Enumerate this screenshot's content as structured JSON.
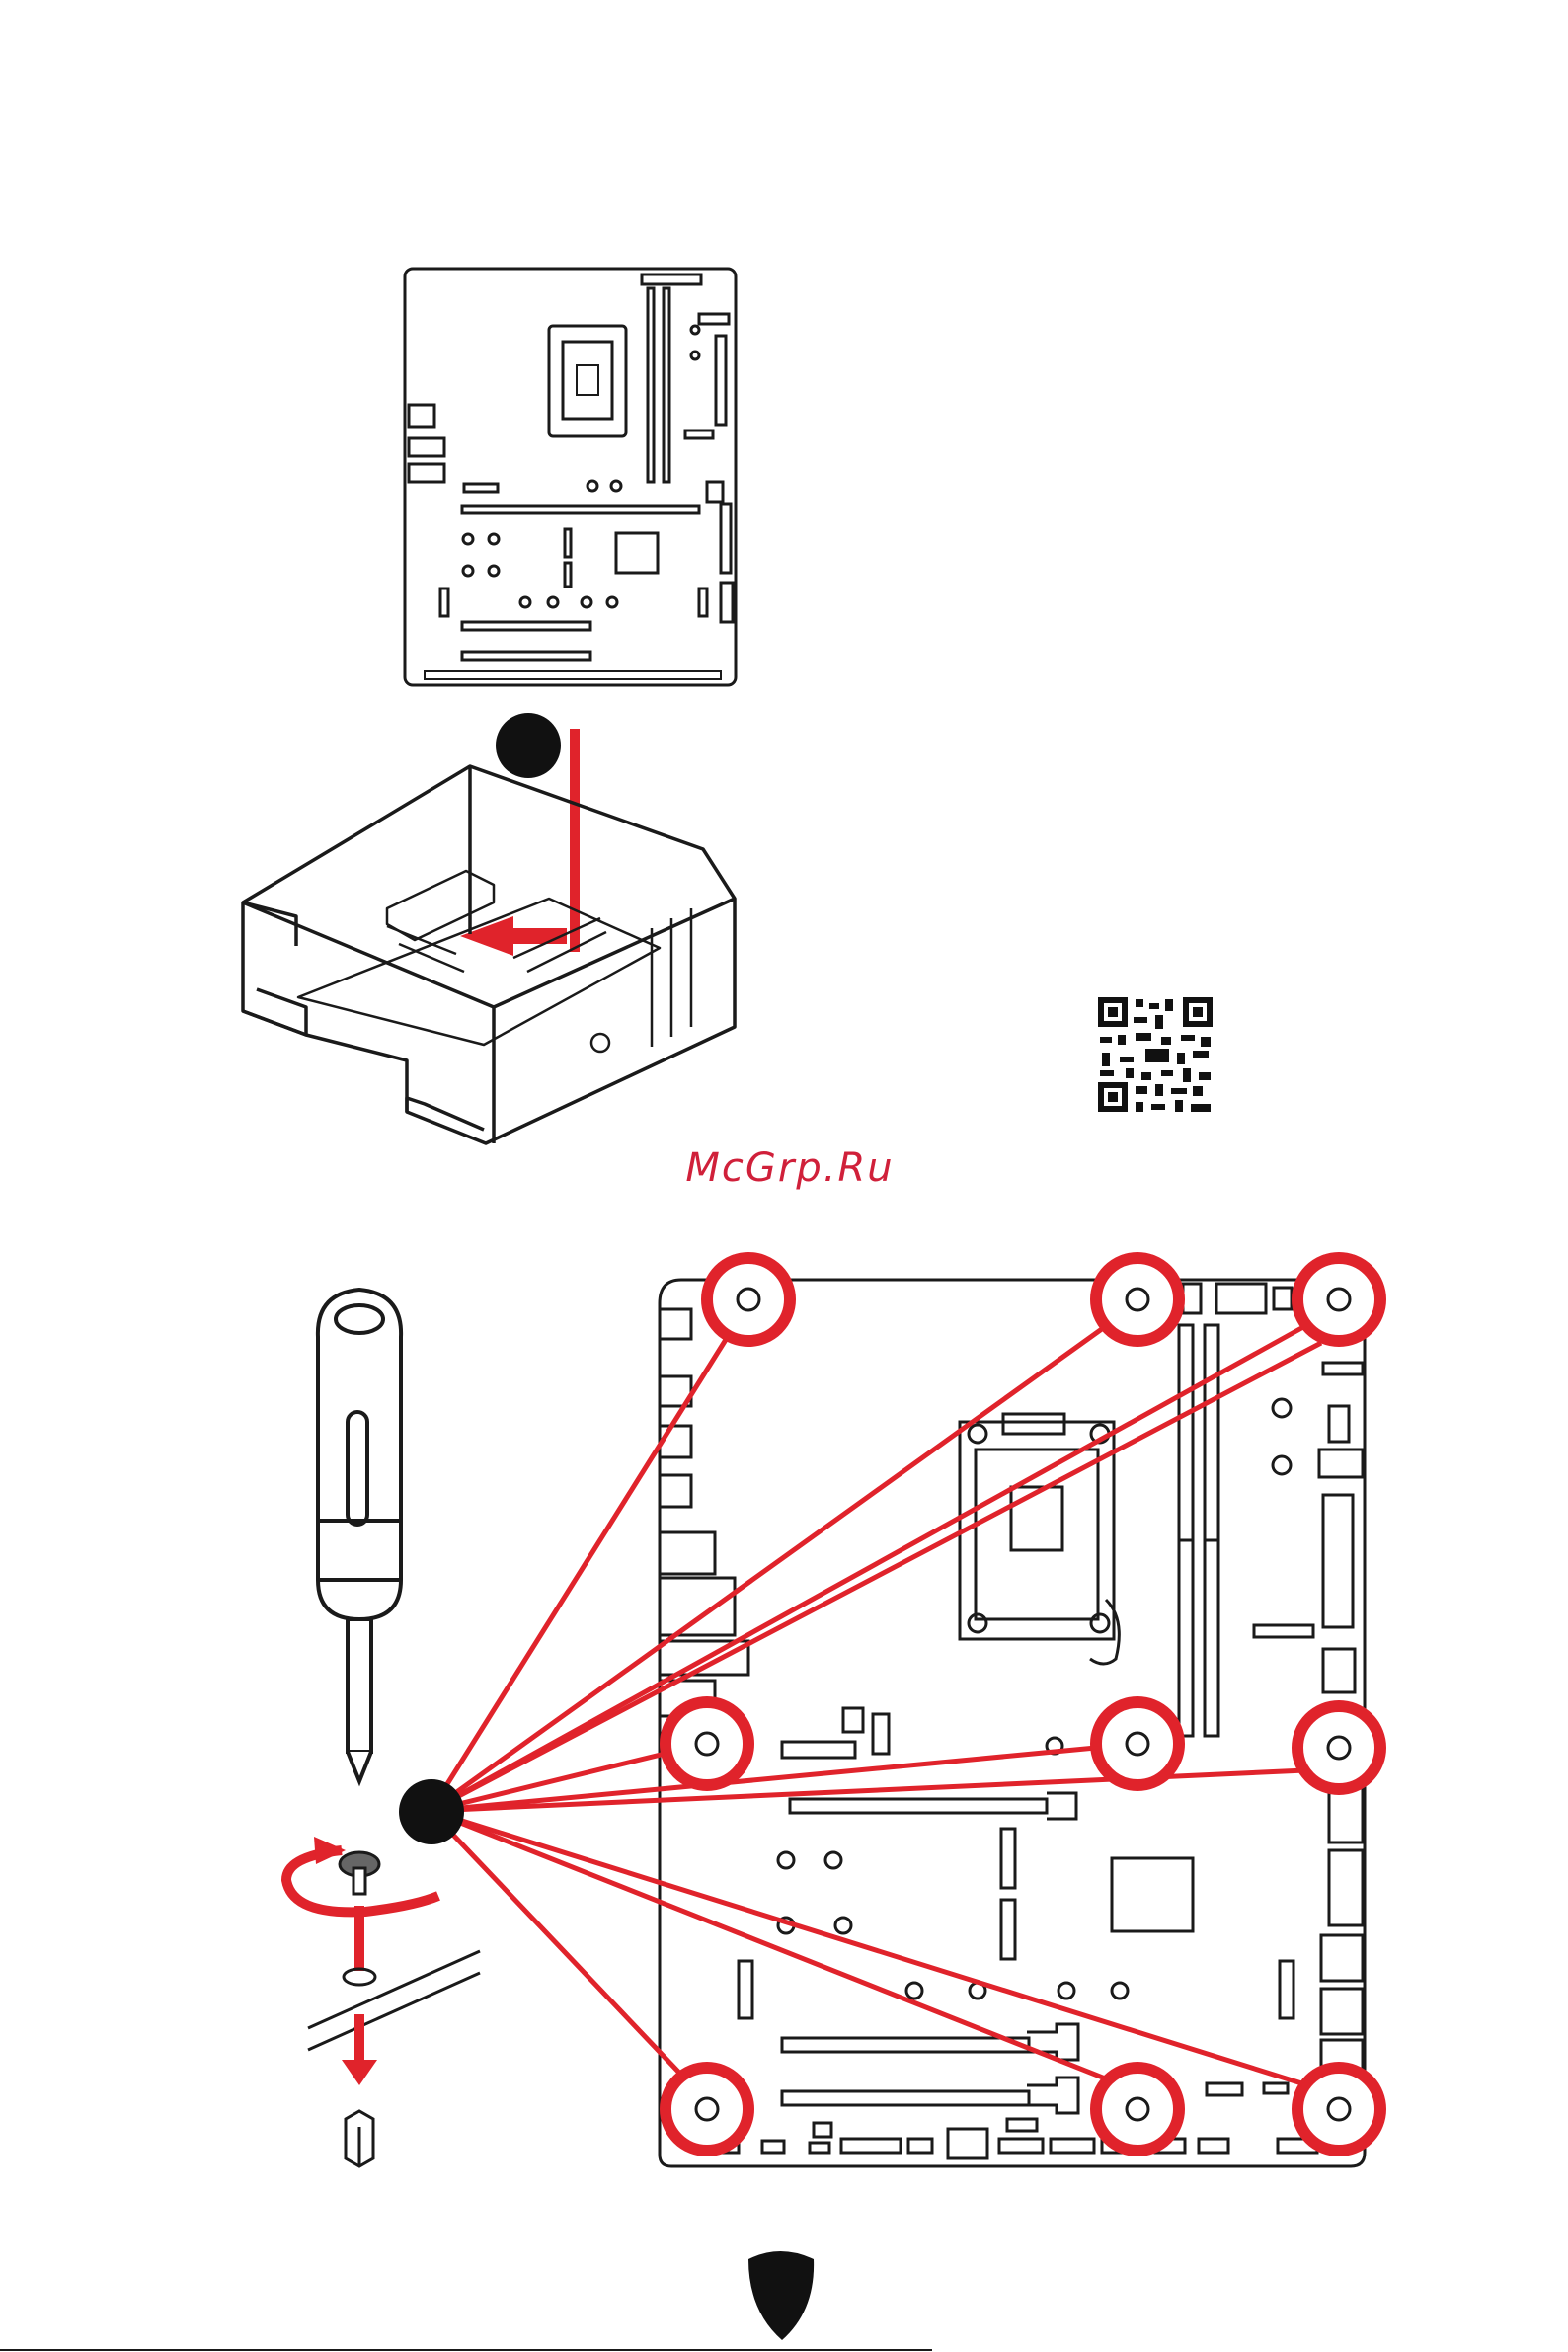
{
  "watermark": {
    "text": "McGrp.Ru"
  },
  "steps": [
    {
      "id": "1",
      "label": ""
    },
    {
      "id": "2",
      "label": ""
    }
  ],
  "colors": {
    "accent": "#e0232b",
    "line": "#1a1a1a",
    "watermark": "#d0203a",
    "badge": "#111111"
  },
  "icons": [
    "motherboard-icon",
    "pc-case-icon",
    "qr-code-icon",
    "screwdriver-icon",
    "screw-icon",
    "standoff-icon",
    "msi-shield-logo"
  ],
  "mounting_holes_count": 9
}
